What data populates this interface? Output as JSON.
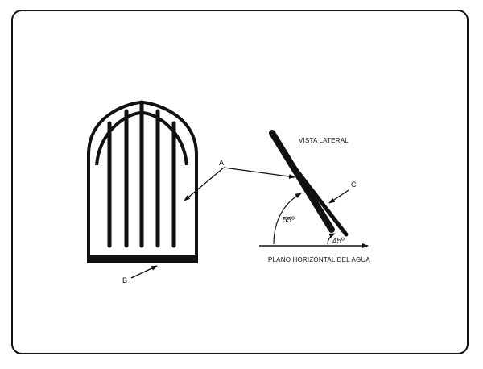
{
  "labels": {
    "a": "A",
    "b": "B",
    "c": "C",
    "side_view": "VISTA LATERAL",
    "angle_outer": "55º",
    "angle_inner": "45º",
    "water_plane": "PLANO HORIZONTAL DEL AGUA"
  },
  "colors": {
    "ink": "#111111",
    "paper": "#ffffff"
  }
}
